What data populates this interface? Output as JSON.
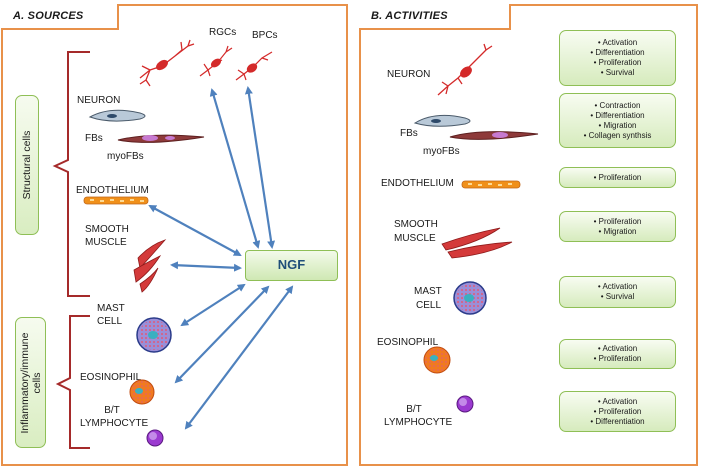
{
  "panel_a": {
    "title": "A. SOURCES",
    "group_structural": "Structural cells",
    "group_inflammatory": "Inflammatory/immune cells",
    "labels": {
      "rgcs": "RGCs",
      "bpcs": "BPCs",
      "neuron": "NEURON",
      "fbs": "FBs",
      "myofbs": "myoFBs",
      "endothelium": "ENDOTHELIUM",
      "smooth": "SMOOTH",
      "muscle": "MUSCLE",
      "mast": "MAST",
      "cell": "CELL",
      "eosinophil": "EOSINOPHIL",
      "bt": "B/T",
      "lymphocyte": "LYMPHOCYTE"
    },
    "ngf": "NGF"
  },
  "panel_b": {
    "title": "B. ACTIVITIES",
    "labels": {
      "neuron": "NEURON",
      "fbs": "FBs",
      "myofbs": "myoFBs",
      "endothelium": "ENDOTHELIUM",
      "smooth": "SMOOTH",
      "muscle": "MUSCLE",
      "mast": "MAST",
      "cell": "CELL",
      "eosinophil": "EOSINOPHIL",
      "bt": "B/T",
      "lymphocyte": "LYMPHOCYTE"
    },
    "activities": [
      {
        "items": [
          "Activation",
          "Differentiation",
          "Proliferation",
          "Survival"
        ]
      },
      {
        "items": [
          "Contraction",
          "Differentiation",
          "Migration",
          "Collagen synthsis"
        ]
      },
      {
        "items": [
          "Proliferation"
        ]
      },
      {
        "items": [
          "Proliferation",
          "Migration"
        ]
      },
      {
        "items": [
          "Activation",
          "Survival"
        ]
      },
      {
        "items": [
          "Activation",
          "Proliferation"
        ]
      },
      {
        "items": [
          "Activation",
          "Proliferation",
          "Differentiation"
        ]
      }
    ]
  },
  "colors": {
    "panel_border": "#e8914a",
    "box_border": "#8fbf56",
    "arrow": "#4f81bd",
    "bracket": "#a52a2a",
    "neuron_red": "#d42a2a",
    "ngf_text": "#1f4e79"
  }
}
